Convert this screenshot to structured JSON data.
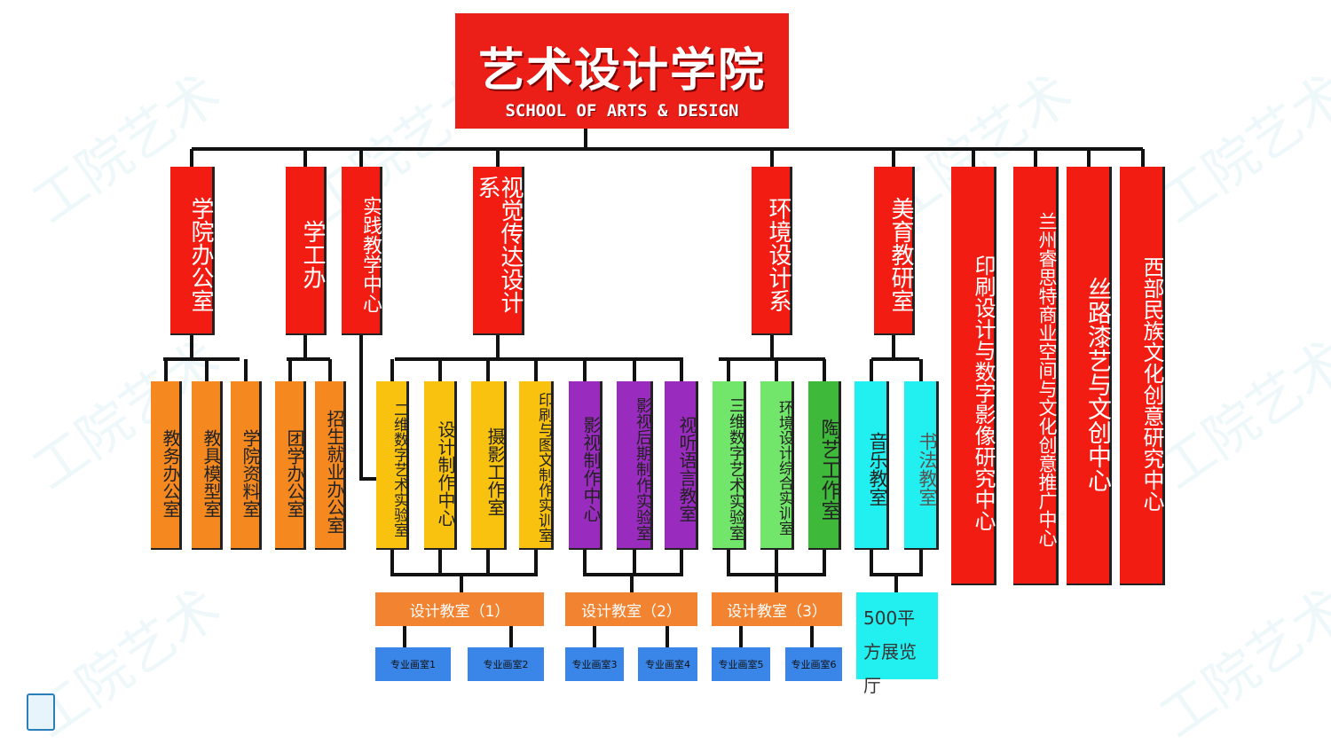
{
  "title": {
    "cn": "艺术设计学院",
    "en": "SCHOOL OF ARTS & DESIGN"
  },
  "watermark": "工院艺术",
  "level1": [
    "学院办公室",
    "学工办",
    "实践教学中心",
    "视觉传达设计系",
    "环境设计系",
    "美育教研室"
  ],
  "centers": [
    "印刷设计与数字影像研究中心",
    "兰州睿思特商业空间与文化创意推广中心",
    "丝路漆艺与文创中心",
    "西部民族文化创意研究中心"
  ],
  "level2": [
    "教务办公室",
    "教具模型室",
    "学院资料室",
    "团学办公室",
    "招生就业办公室",
    "二维数字艺术实验室",
    "设计制作中心",
    "摄影工作室",
    "印刷与图文制作实训室",
    "影视制作中心",
    "影视后期制作实验室",
    "视听语言教室",
    "三维数字艺术实验室",
    "环境设计综合实训室",
    "陶艺工作室",
    "音乐教室",
    "书法教室"
  ],
  "classrooms": [
    "设计教室（1）",
    "设计教室（2）",
    "设计教室（3）"
  ],
  "studios": [
    "专业画室1",
    "专业画室2",
    "专业画室3",
    "专业画室4",
    "专业画室5",
    "专业画室6"
  ],
  "hall": "500平方展览厅",
  "colors": {
    "red": "#f21c12",
    "orange": "#f5891f",
    "yellow": "#f8c20e",
    "purple": "#9a2bbf",
    "green": "#72e66b",
    "cyan": "#22f0f0",
    "blue": "#3a86e8"
  }
}
